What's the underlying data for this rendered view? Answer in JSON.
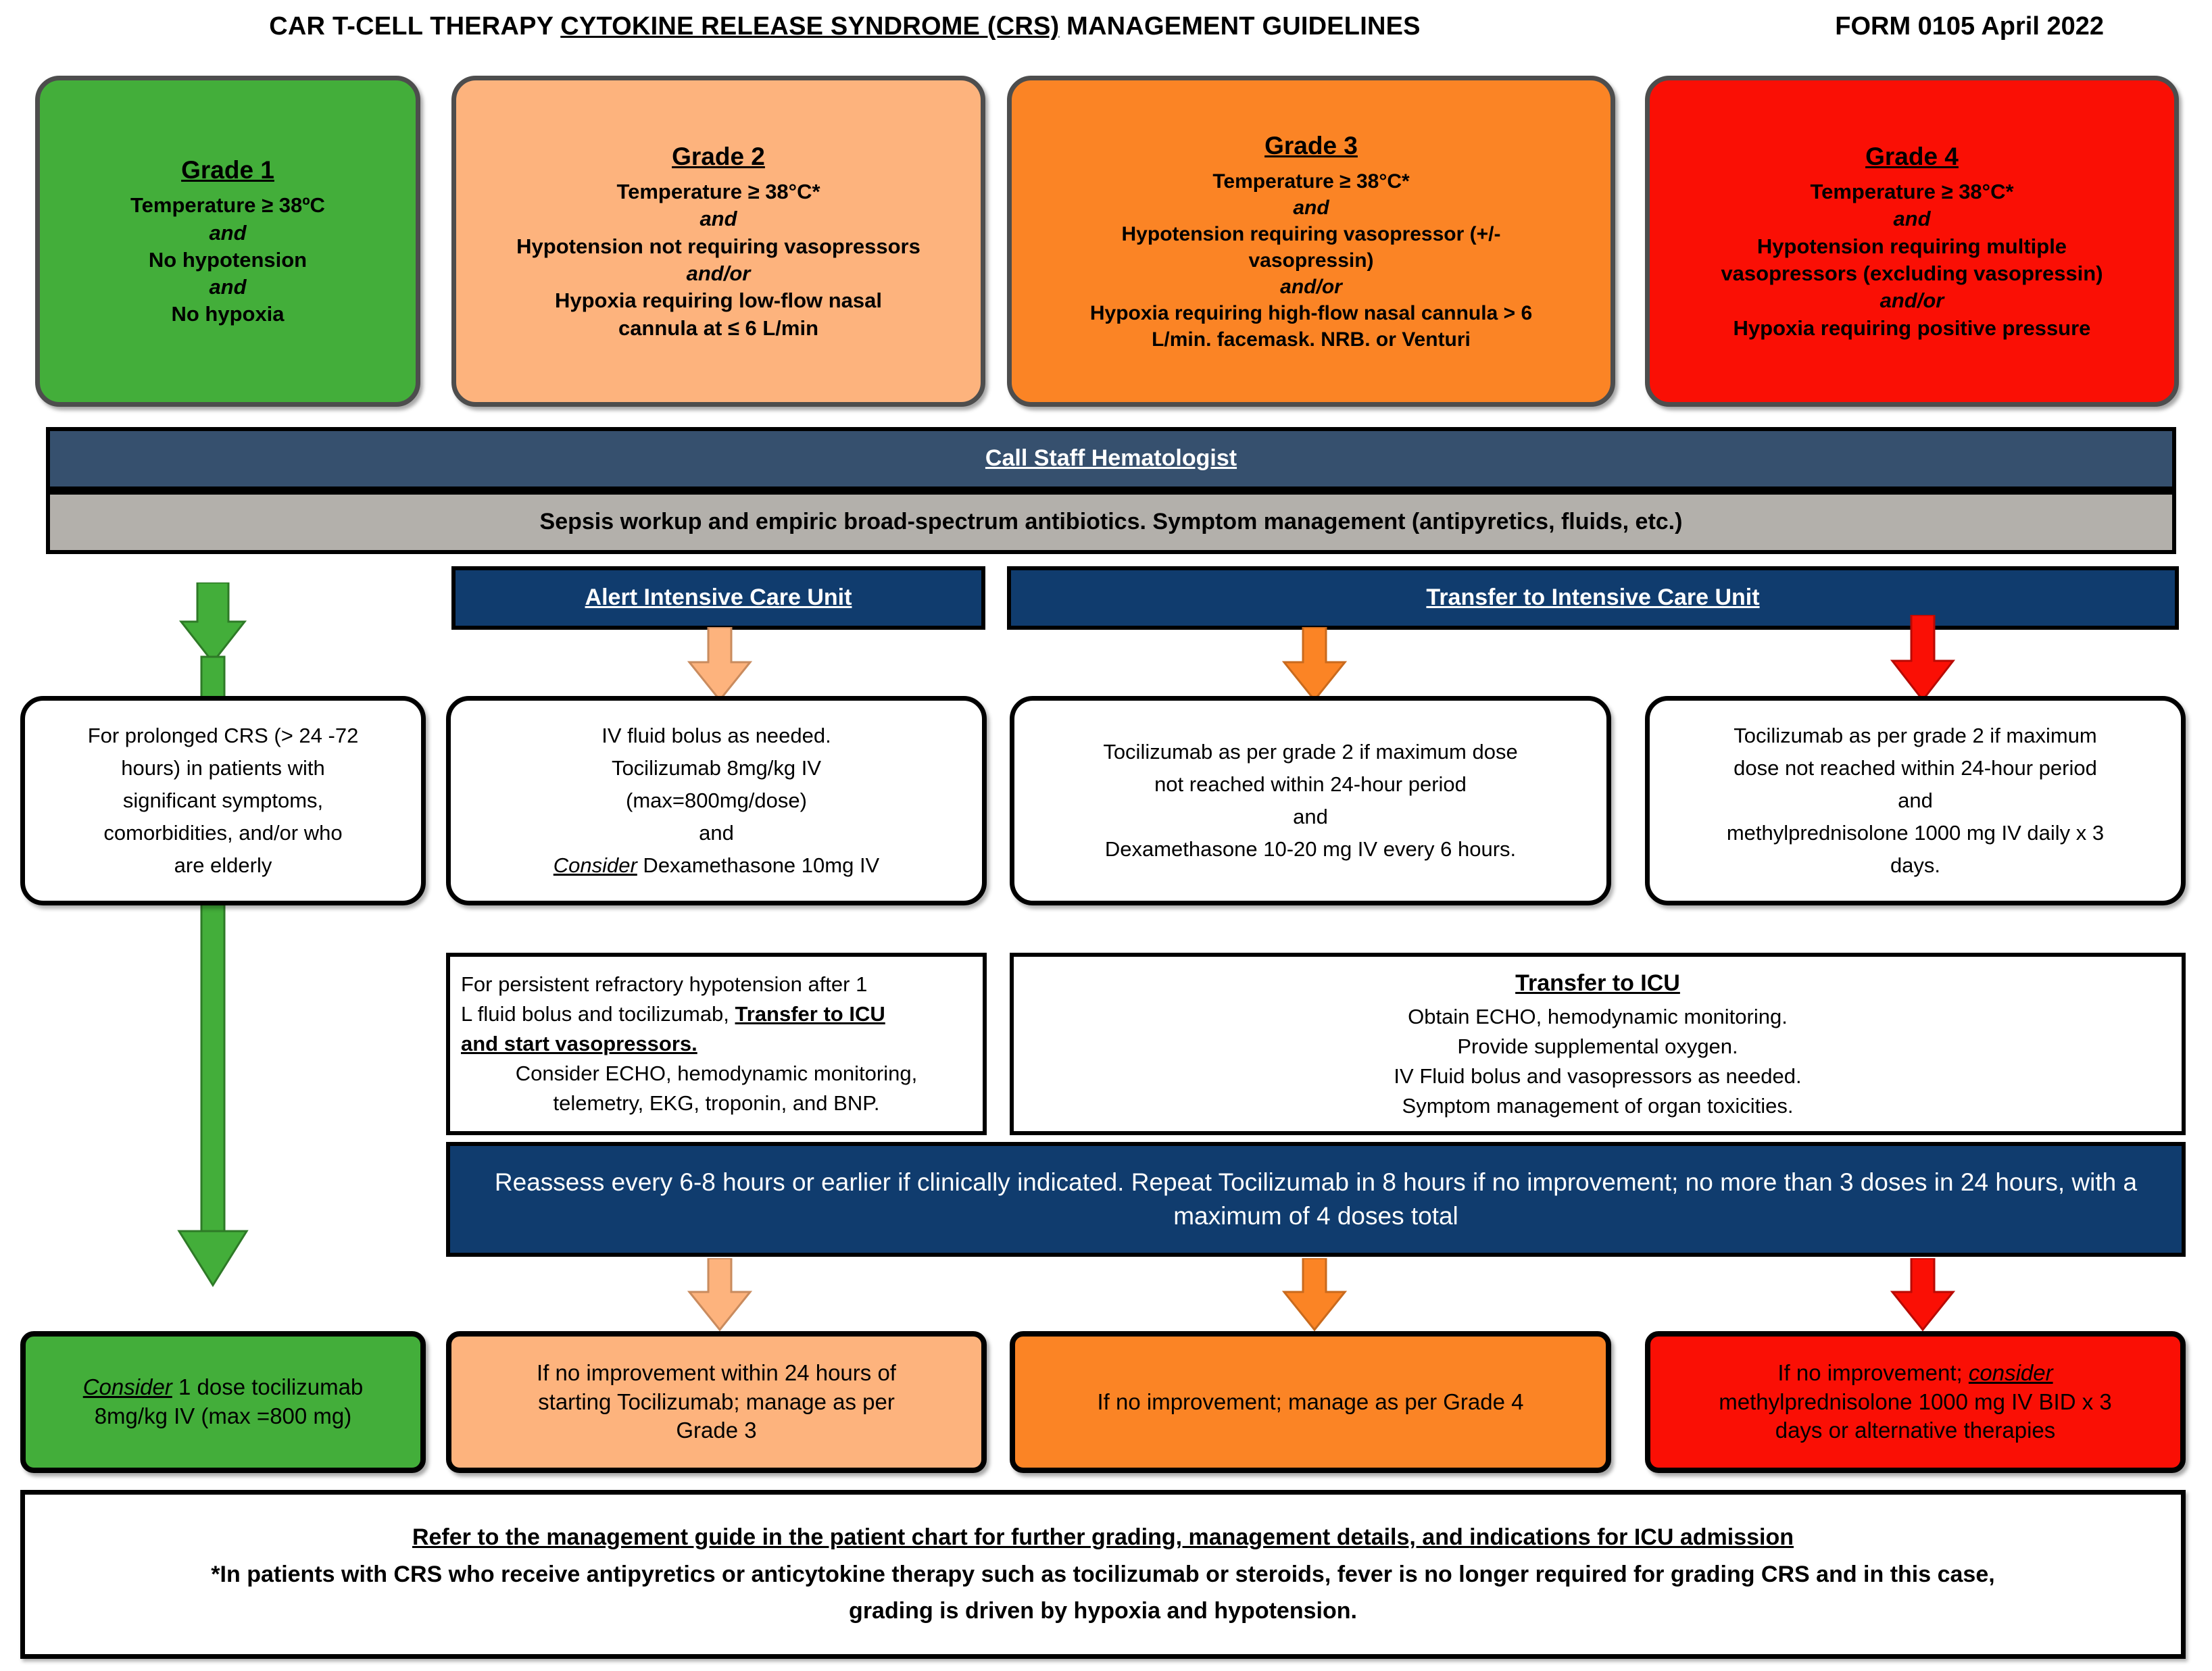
{
  "header": {
    "title_pre": "CAR T-CELL THERAPY ",
    "title_underlined": "CYTOKINE RELEASE SYNDROME (CRS)",
    "title_post": " MANAGEMENT GUIDELINES",
    "form_code": "FORM 0105 April 2022"
  },
  "colors": {
    "grade1": "#43ae3a",
    "grade2": "#fdb37d",
    "grade3": "#fb8425",
    "grade4": "#fa0f05",
    "slate": "#36506e",
    "gray": "#b3b0ab",
    "navy": "#103c6e",
    "border": "#4d4d4d"
  },
  "grades": [
    {
      "title": "Grade 1",
      "color": "#43ae3a",
      "lines": [
        {
          "text": "Temperature ≥ 38ºC",
          "style": "bold"
        },
        {
          "text": "and",
          "style": "italic"
        },
        {
          "text": "No hypotension",
          "style": "bold"
        },
        {
          "text": "and",
          "style": "italic"
        },
        {
          "text": "No hypoxia",
          "style": "bold"
        }
      ]
    },
    {
      "title": "Grade 2",
      "color": "#fdb37d",
      "lines": [
        {
          "text": "Temperature ≥ 38°C*",
          "style": "bold"
        },
        {
          "text": "and",
          "style": "italic"
        },
        {
          "text": "Hypotension not requiring vasopressors",
          "style": "bold"
        },
        {
          "text": "and/or",
          "style": "italic"
        },
        {
          "text": "Hypoxia requiring low-flow nasal",
          "style": "bold"
        },
        {
          "text": "cannula at ≤ 6 L/min",
          "style": "bold"
        }
      ]
    },
    {
      "title": "Grade 3",
      "color": "#fb8425",
      "lines": [
        {
          "text": "Temperature ≥ 38°C*",
          "style": "bold"
        },
        {
          "text": "and",
          "style": "italic"
        },
        {
          "text": "Hypotension requiring vasopressor (+/-",
          "style": "bold"
        },
        {
          "text": "vasopressin)",
          "style": "bold"
        },
        {
          "text": "and/or",
          "style": "italic"
        },
        {
          "text": "Hypoxia requiring high-flow nasal cannula > 6",
          "style": "bold"
        },
        {
          "text": "L/min. facemask. NRB. or Venturi",
          "style": "bold"
        }
      ]
    },
    {
      "title": "Grade 4",
      "color": "#fa0f05",
      "lines": [
        {
          "text": "Temperature ≥ 38°C*",
          "style": "bold"
        },
        {
          "text": "and",
          "style": "italic"
        },
        {
          "text": "Hypotension requiring multiple",
          "style": "bold"
        },
        {
          "text": "vasopressors (excluding vasopressin)",
          "style": "bold"
        },
        {
          "text": "and/or",
          "style": "italic"
        },
        {
          "text": "Hypoxia requiring positive pressure",
          "style": "bold"
        }
      ]
    }
  ],
  "banners": {
    "call_hematologist": "Call Staff Hematologist",
    "sepsis_workup": "Sepsis workup and empiric broad-spectrum antibiotics. Symptom management (antipyretics, fluids, etc.)",
    "alert_icu": "Alert Intensive Care Unit",
    "transfer_icu": "Transfer to Intensive Care Unit",
    "reassess": "Reassess every 6-8 hours or earlier if clinically indicated. Repeat Tocilizumab in 8 hours if no improvement; no more than 3 doses in 24 hours, with a maximum of 4 doses total"
  },
  "treatments": [
    {
      "name": "grade1-treatment",
      "lines": [
        "For prolonged CRS (> 24 -72",
        "hours) in patients with",
        "significant symptoms,",
        "comorbidities, and/or who",
        "are elderly"
      ]
    },
    {
      "name": "grade2-treatment",
      "lines": [
        "IV fluid bolus as needed.",
        "Tocilizumab 8mg/kg IV",
        "(max=800mg/dose)",
        "and"
      ],
      "last_underlined_italic": "Consider",
      "last_rest": " Dexamethasone 10mg IV"
    },
    {
      "name": "grade3-treatment",
      "lines": [
        "Tocilizumab as per grade 2 if maximum dose",
        "not reached within 24-hour period",
        "and",
        "Dexamethasone 10-20 mg IV every 6 hours."
      ]
    },
    {
      "name": "grade4-treatment",
      "lines": [
        "Tocilizumab as per grade 2 if maximum",
        "dose not reached within 24-hour period",
        "and",
        "methylprednisolone 1000 mg IV daily x 3",
        "days."
      ]
    }
  ],
  "refractory_box": {
    "line1": "For persistent refractory hypotension after 1",
    "line2_plain": "L fluid bolus and tocilizumab, ",
    "line2_bold_underlined": "Transfer to ICU",
    "line3_bold_underlined": "and start vasopressors. ",
    "line4": "Consider ECHO, hemodynamic monitoring,",
    "line5": "telemetry, EKG, troponin, and BNP."
  },
  "transfer_icu_box": {
    "title": "Transfer to ICU",
    "lines": [
      "Obtain ECHO, hemodynamic monitoring.",
      "Provide supplemental oxygen.",
      "IV Fluid bolus and vasopressors as needed.",
      "Symptom management of organ toxicities."
    ]
  },
  "outcomes": [
    {
      "name": "grade1-outcome",
      "color": "#43ae3a",
      "underlined_italic": "Consider",
      "rest": " 1 dose tocilizumab",
      "line2": "8mg/kg IV (max =800 mg)"
    },
    {
      "name": "grade2-outcome",
      "color": "#fdb37d",
      "lines": [
        "If no improvement within 24 hours of",
        "starting Tocilizumab; manage as per",
        "Grade 3"
      ]
    },
    {
      "name": "grade3-outcome",
      "color": "#fb8425",
      "lines": [
        "If no improvement; manage as per Grade 4"
      ]
    },
    {
      "name": "grade4-outcome",
      "color": "#fa0f05",
      "line1_plain": "If no improvement; ",
      "line1_underlined_italic": "consider",
      "line2": "methylprednisolone 1000 mg IV BID x 3",
      "line3": "days or alternative therapies"
    }
  ],
  "footer": {
    "line1": "Refer to the management guide in the patient chart for further grading, management details, and indications for ICU admission",
    "line2": "*In patients with CRS who receive antipyretics or anticytokine therapy such as tocilizumab or steroids, fever is no longer required for grading CRS and in this case,",
    "line3": "grading is driven by hypoxia and hypotension."
  }
}
